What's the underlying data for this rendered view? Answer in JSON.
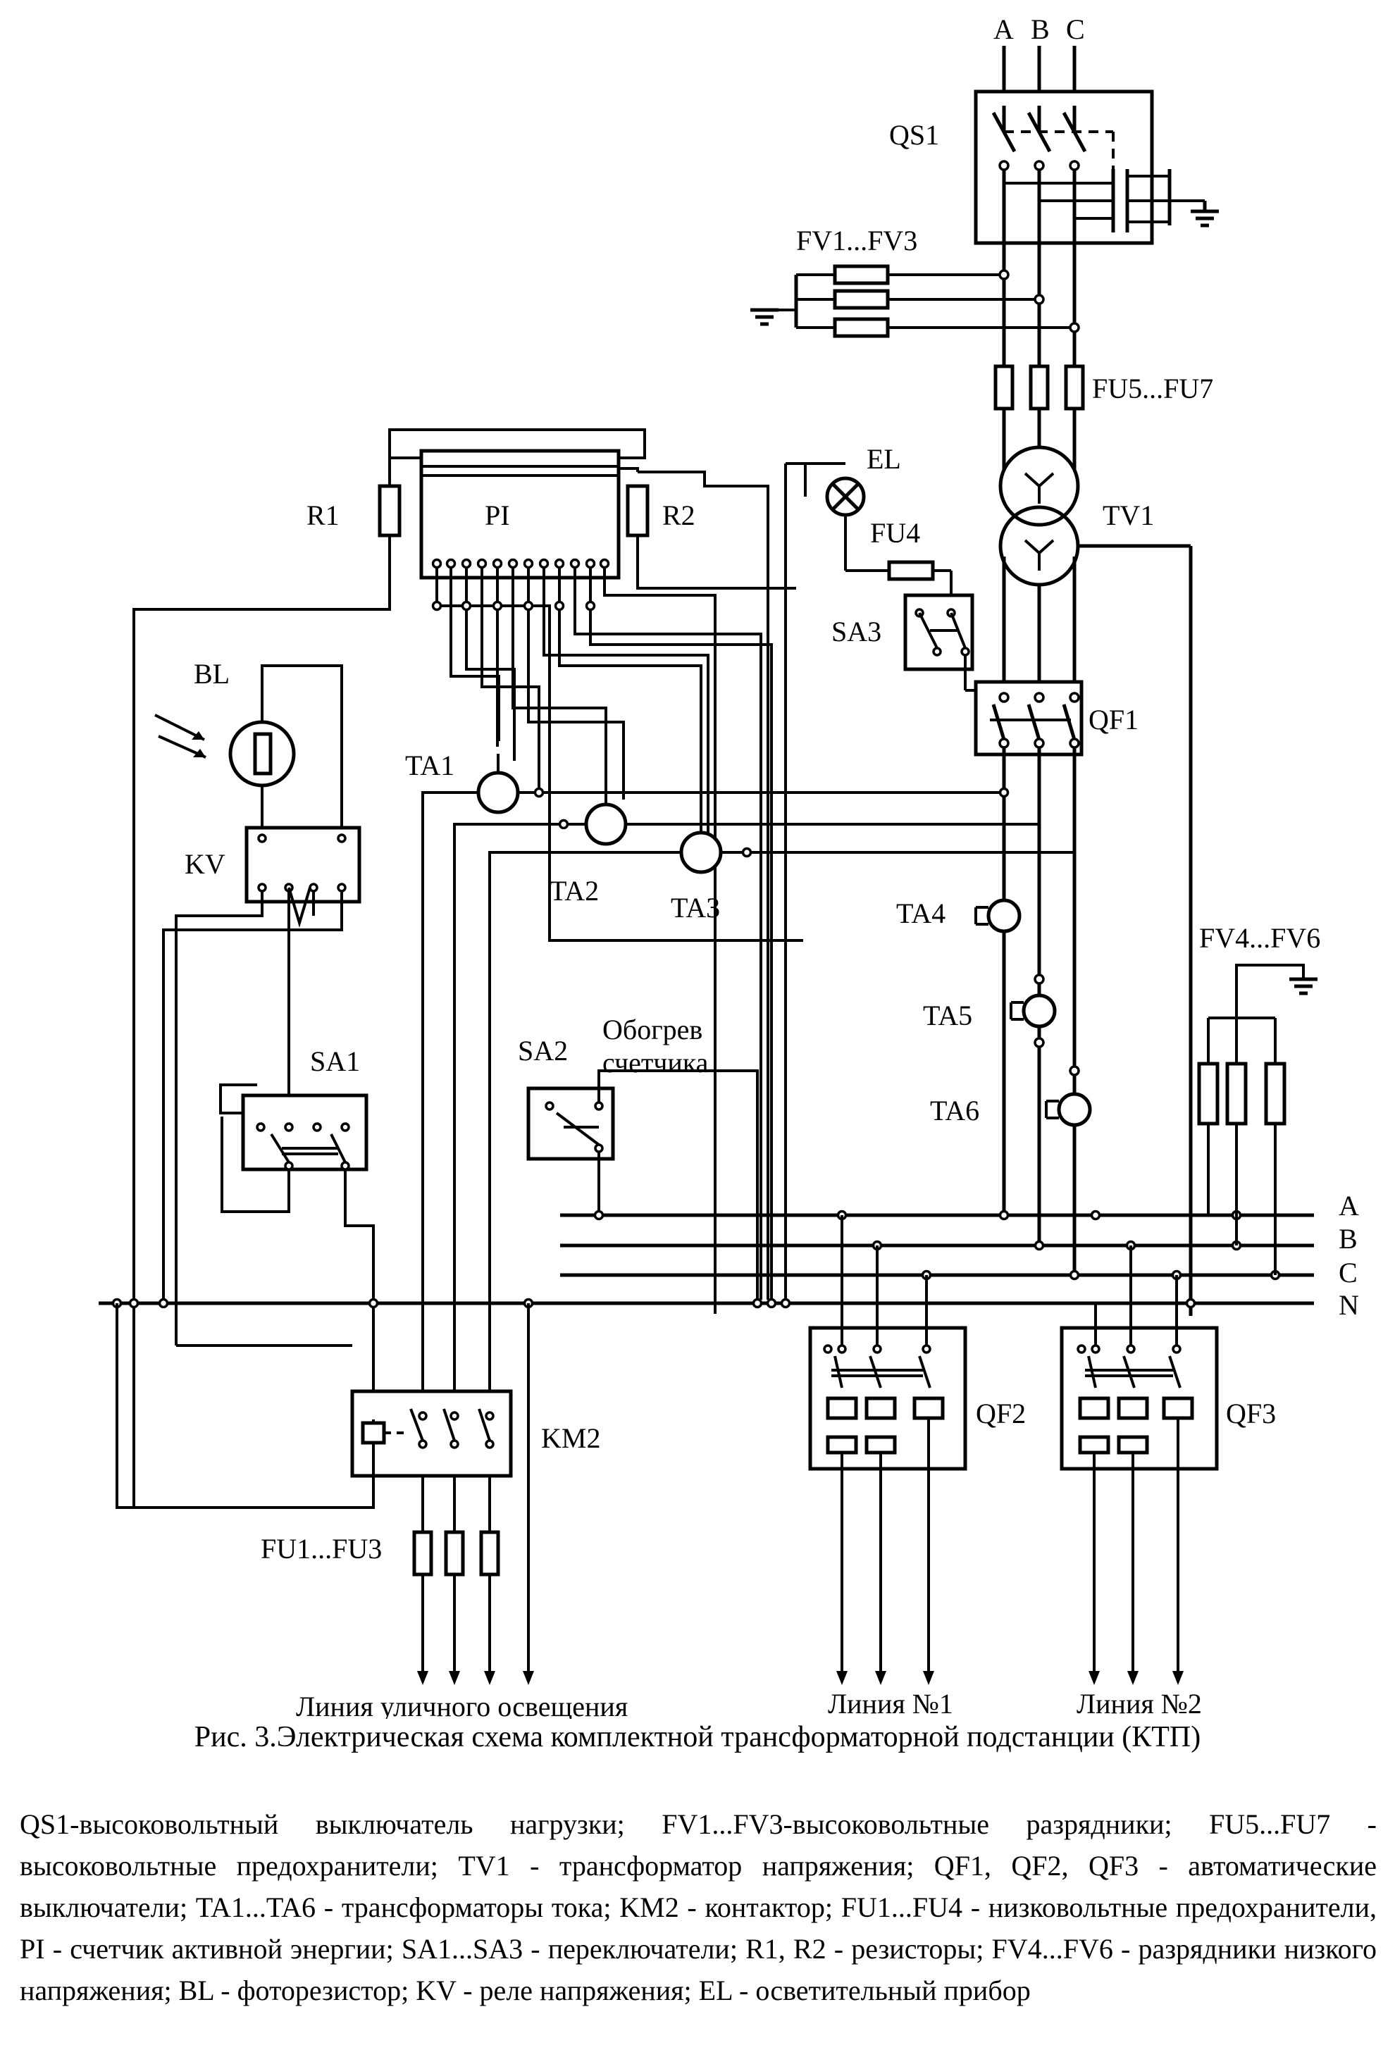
{
  "labels": {
    "phase_in_a": "A",
    "phase_in_b": "B",
    "phase_in_c": "C",
    "qs1": "QS1",
    "fv1_fv3": "FV1...FV3",
    "fu5_fu7": "FU5...FU7",
    "el": "EL",
    "tv1": "TV1",
    "fu4": "FU4",
    "sa3": "SA3",
    "qf1": "QF1",
    "r1": "R1",
    "pi": "PI",
    "r2": "R2",
    "bl": "BL",
    "ta1": "TA1",
    "ta2": "TA2",
    "ta3": "TA3",
    "kv": "KV",
    "ta4": "TA4",
    "ta5": "TA5",
    "ta6": "TA6",
    "fv4_fv6": "FV4...FV6",
    "sa1": "SA1",
    "sa2": "SA2",
    "heater_line1": "Обогрев",
    "heater_line2": "счетчика",
    "bus_a": "A",
    "bus_b": "B",
    "bus_c": "C",
    "bus_n": "N",
    "km2": "KM2",
    "qf2": "QF2",
    "qf3": "QF3",
    "fu1_fu3": "FU1...FU3",
    "out_street": "Линия уличного освещения",
    "out_line1": "Линия №1",
    "out_line2": "Линия №2"
  },
  "caption": "Рис. 3.Электрическая схема комплектной трансформаторной подстанции (КТП)",
  "legend": "QS1-высоковольтный выключатель нагрузки; FV1...FV3-высоковольтные разрядники; FU5...FU7 - высоковольтные предохранители; TV1 - трансформатор напряжения; QF1, QF2, QF3 - автоматические выключатели; TA1...TA6 - трансформаторы тока; KM2 - контактор; FU1...FU4 - низковольтные предохранители, PI - счетчик активной энергии; SA1...SA3 - переключатели; R1, R2 - резисторы; FV4...FV6 - разрядники низкого напряжения; BL - фоторезистор; KV - реле напряжения; EL - осветительный прибор"
}
